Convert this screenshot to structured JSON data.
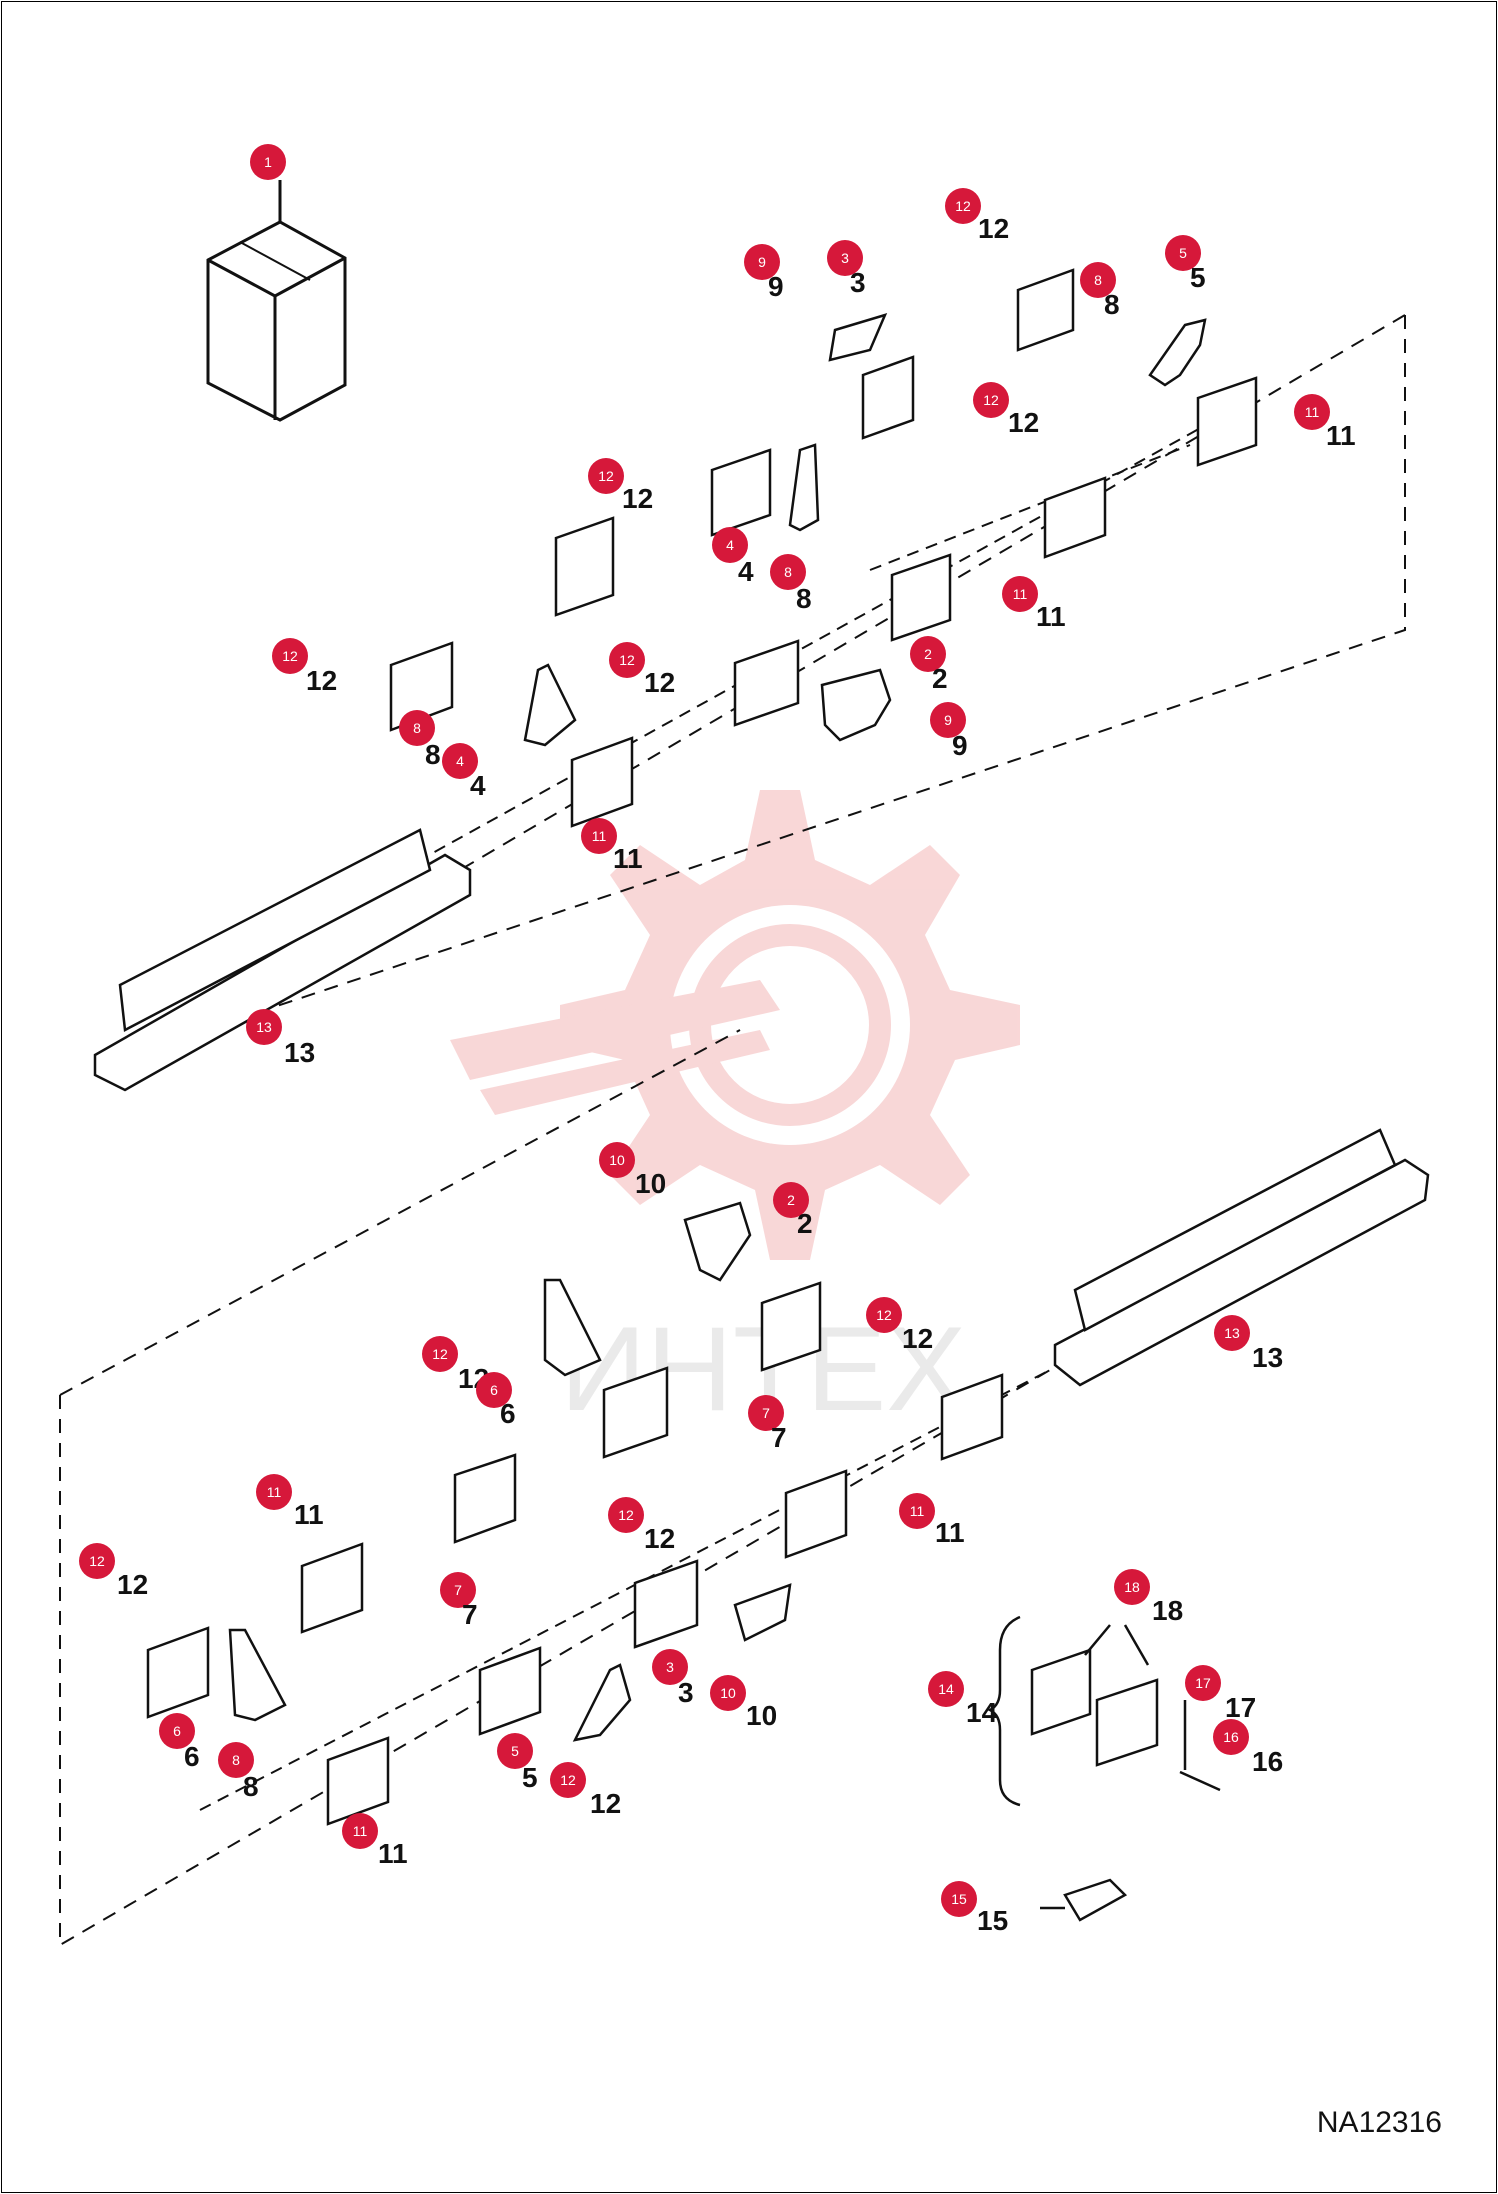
{
  "diagram": {
    "code": "NA12316",
    "watermark_text": "ИНТЕХ",
    "colors": {
      "callout": "#d6183a",
      "watermark": "#f4b7b7",
      "line": "#111111"
    }
  },
  "callouts": [
    {
      "id": "c1a",
      "n": "1",
      "label": ""
    },
    {
      "id": "c12a",
      "n": "12",
      "label": "12"
    },
    {
      "id": "c9a",
      "n": "9",
      "label": "9"
    },
    {
      "id": "c3a",
      "n": "3",
      "label": "3"
    },
    {
      "id": "c8a",
      "n": "8",
      "label": "8"
    },
    {
      "id": "c5a",
      "n": "5",
      "label": "5"
    },
    {
      "id": "c12b",
      "n": "12",
      "label": "12"
    },
    {
      "id": "c11a",
      "n": "11",
      "label": "11"
    },
    {
      "id": "c12c",
      "n": "12",
      "label": "12"
    },
    {
      "id": "c4a",
      "n": "4",
      "label": "4"
    },
    {
      "id": "c8b",
      "n": "8",
      "label": "8"
    },
    {
      "id": "c11b",
      "n": "11",
      "label": "11"
    },
    {
      "id": "c12d",
      "n": "12",
      "label": "12"
    },
    {
      "id": "c12e",
      "n": "12",
      "label": "12"
    },
    {
      "id": "c2a",
      "n": "2",
      "label": "2"
    },
    {
      "id": "c8c",
      "n": "8",
      "label": "8"
    },
    {
      "id": "c4b",
      "n": "4",
      "label": "4"
    },
    {
      "id": "c9b",
      "n": "9",
      "label": "9"
    },
    {
      "id": "c11c",
      "n": "11",
      "label": "11"
    },
    {
      "id": "c13a",
      "n": "13",
      "label": "13"
    },
    {
      "id": "c10a",
      "n": "10",
      "label": "10"
    },
    {
      "id": "c2b",
      "n": "2",
      "label": "2"
    },
    {
      "id": "c12f",
      "n": "12",
      "label": "12"
    },
    {
      "id": "c13b",
      "n": "13",
      "label": "13"
    },
    {
      "id": "c12g",
      "n": "12",
      "label": "12"
    },
    {
      "id": "c6a",
      "n": "6",
      "label": "6"
    },
    {
      "id": "c7a",
      "n": "7",
      "label": "7"
    },
    {
      "id": "c11d",
      "n": "11",
      "label": "11"
    },
    {
      "id": "c11e",
      "n": "11",
      "label": "11"
    },
    {
      "id": "c12h",
      "n": "12",
      "label": "12"
    },
    {
      "id": "c12i",
      "n": "12",
      "label": "12"
    },
    {
      "id": "c7b",
      "n": "7",
      "label": "7"
    },
    {
      "id": "c3b",
      "n": "3",
      "label": "3"
    },
    {
      "id": "c10b",
      "n": "10",
      "label": "10"
    },
    {
      "id": "c6b",
      "n": "6",
      "label": "6"
    },
    {
      "id": "c8d",
      "n": "8",
      "label": "8"
    },
    {
      "id": "c5b",
      "n": "5",
      "label": "5"
    },
    {
      "id": "c12j",
      "n": "12",
      "label": "12"
    },
    {
      "id": "c11f",
      "n": "11",
      "label": "11"
    },
    {
      "id": "c18a",
      "n": "18",
      "label": "18"
    },
    {
      "id": "c14a",
      "n": "14",
      "label": "14"
    },
    {
      "id": "c17a",
      "n": "17",
      "label": "17"
    },
    {
      "id": "c16a",
      "n": "16",
      "label": "16"
    },
    {
      "id": "c15a",
      "n": "15",
      "label": "15"
    }
  ]
}
